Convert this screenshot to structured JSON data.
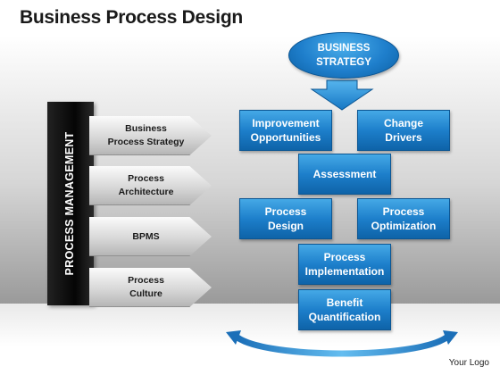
{
  "slide": {
    "title": "Business Process Design",
    "logo_text": "Your Logo"
  },
  "left_panel": {
    "bar_label": "PROCESS MANAGEMENT",
    "items": [
      {
        "label": "Business\nProcess Strategy"
      },
      {
        "label": "Process\nArchitecture"
      },
      {
        "label": "BPMS"
      },
      {
        "label": "Process\nCulture"
      }
    ]
  },
  "flow": {
    "top": "BUSINESS\nSTRATEGY",
    "improvement": "Improvement\nOpportunities",
    "change_drivers": "Change\nDrivers",
    "assessment": "Assessment",
    "process_design": "Process\nDesign",
    "process_optimization": "Process\nOptimization",
    "process_implementation": "Process\nImplementation",
    "benefit_quantification": "Benefit\nQuantification"
  },
  "colors": {
    "box_blue": "#1d7fcb",
    "bar_black": "#0a0a0a",
    "arrow_gray": "#c8c8c8"
  }
}
